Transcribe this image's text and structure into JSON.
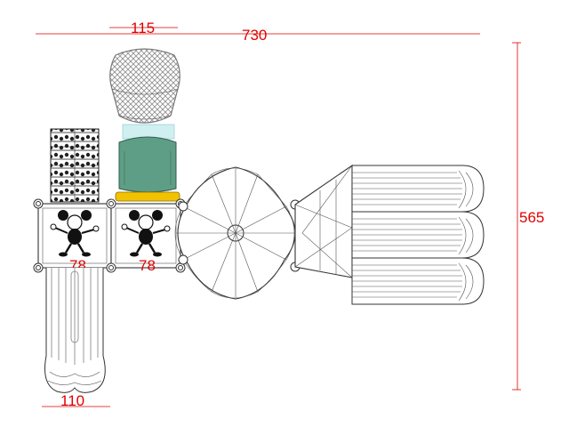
{
  "dimensions": {
    "overall_width": "730",
    "overall_depth": "565",
    "tower_width": "115",
    "slide_width": "110",
    "deck_left": "78",
    "deck_right": "78"
  },
  "colors": {
    "dimension": "#e00000",
    "tube": "#5f9e86",
    "tube_glass": "#cfeff0",
    "collar": "#f2c200",
    "lattice": "#8c8c8c"
  }
}
